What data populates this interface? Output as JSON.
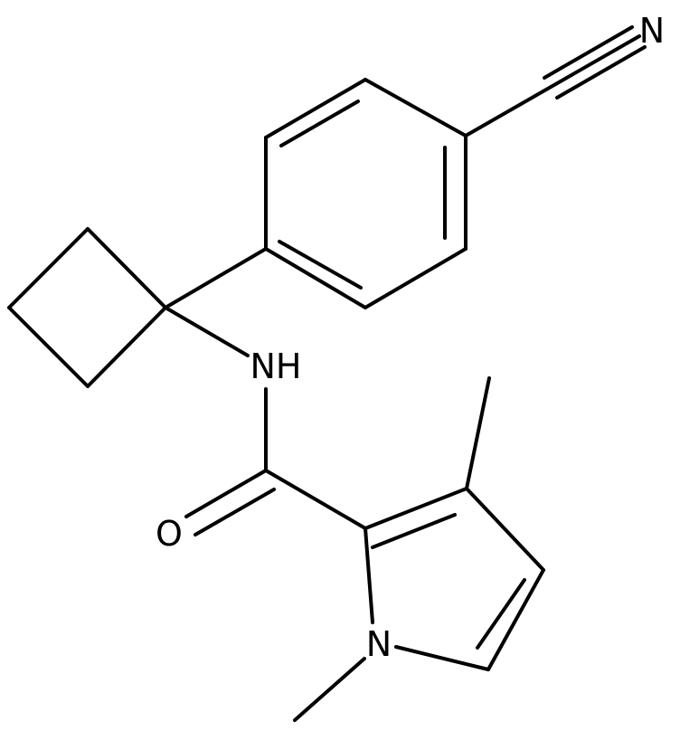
{
  "molecule": {
    "atom_labels": {
      "nitrile_n": "N",
      "amide_nh": "NH",
      "carbonyl_o": "O",
      "pyrrole_n": "N"
    }
  },
  "colors": {
    "bond": "#000000",
    "background": "#ffffff"
  }
}
